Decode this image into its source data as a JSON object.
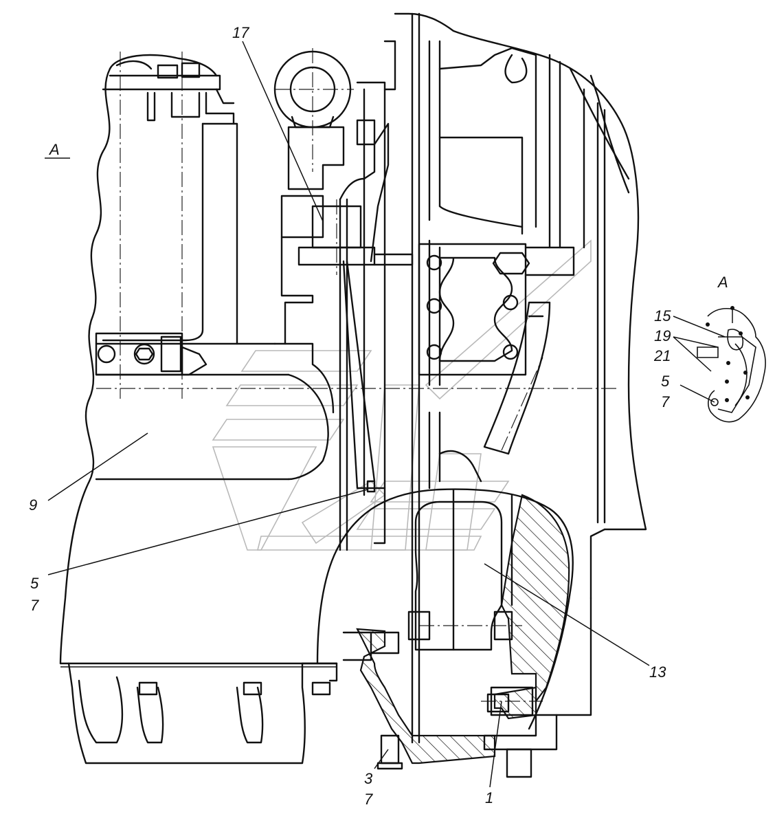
{
  "view_label": "A",
  "inset_label": "A",
  "callouts": {
    "c17": "17",
    "c9": "9",
    "c5a": "5",
    "c7a": "7",
    "c13": "13",
    "c3": "3",
    "c7b": "7",
    "c1": "1",
    "c15": "15",
    "c19": "19",
    "c21": "21",
    "c5b": "5",
    "c7c": "7"
  }
}
